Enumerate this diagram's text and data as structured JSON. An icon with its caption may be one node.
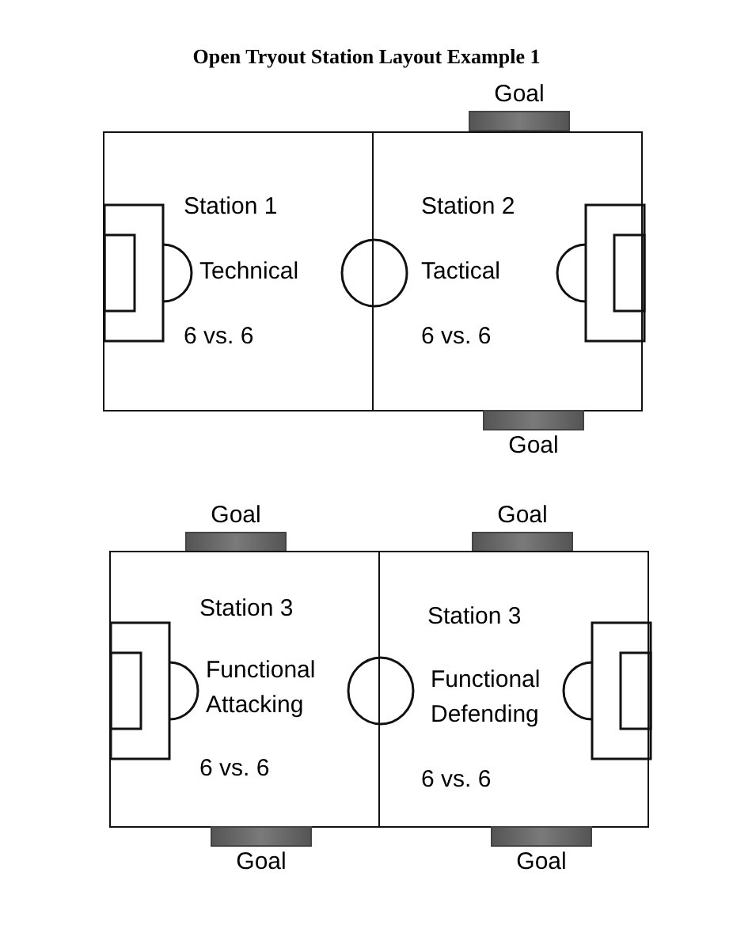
{
  "diagram": {
    "title": "Open Tryout Station Layout Example 1",
    "nodes": [
      {
        "text": [
          "Goal"
        ]
      },
      {
        "text": [
          "Station 1",
          "Technical",
          "6 vs. 6"
        ]
      },
      {
        "text": [
          "Station 2",
          "Tactical",
          "6 vs. 6"
        ]
      },
      {
        "text": [
          "Goal"
        ]
      },
      {
        "text": [
          "Goal"
        ]
      },
      {
        "text": [
          "Goal"
        ]
      },
      {
        "text": [
          "Station 3",
          "Functional Attacking",
          "6 vs. 6"
        ]
      },
      {
        "text": [
          "Station 3",
          "Functional Defending",
          "6 vs. 6"
        ]
      },
      {
        "text": [
          "Goal"
        ]
      },
      {
        "text": [
          "Goal"
        ]
      }
    ]
  }
}
